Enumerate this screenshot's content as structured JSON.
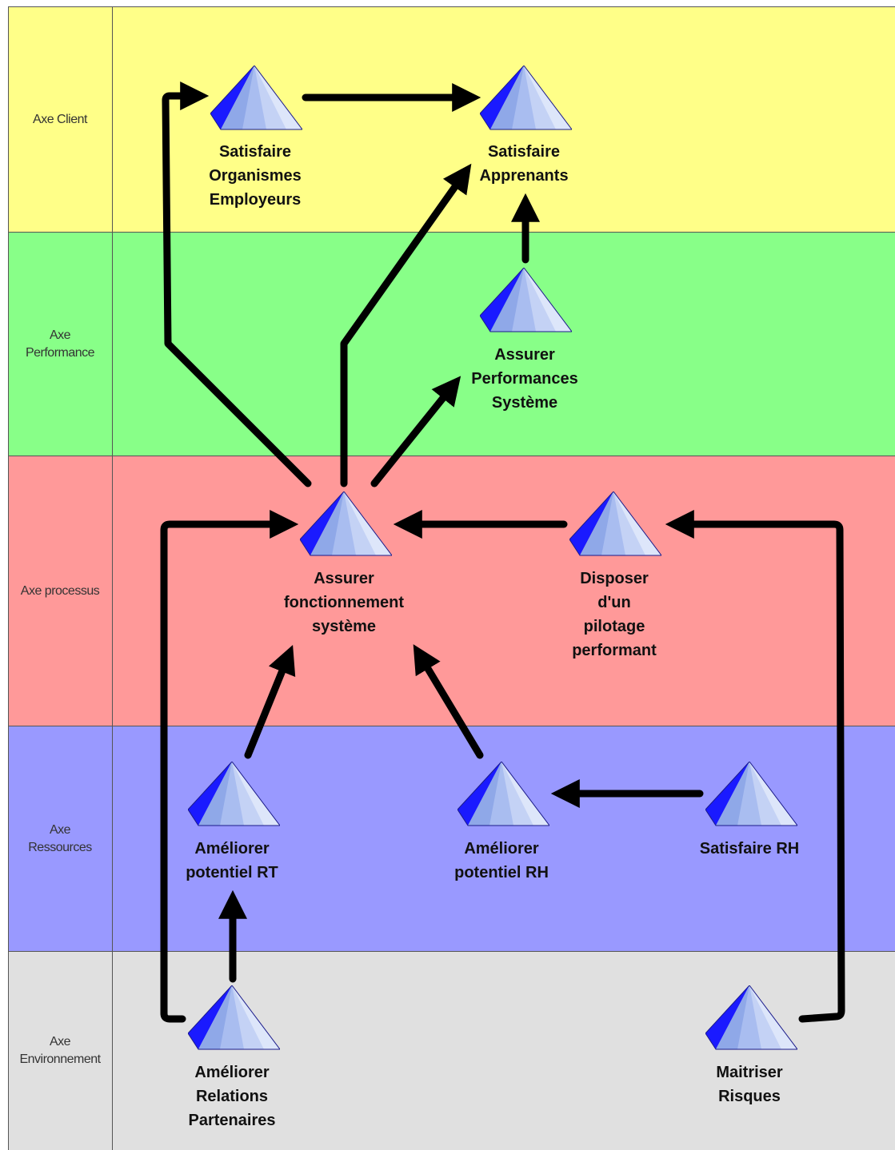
{
  "lanes": [
    {
      "label": "Axe Client",
      "color": "#ffff88"
    },
    {
      "label": "Axe\nPerformance",
      "color": "#88ff88"
    },
    {
      "label": "Axe processus",
      "color": "#ff9999"
    },
    {
      "label": "Axe\nRessources",
      "color": "#9999ff"
    },
    {
      "label": "Axe\nEnvironnement",
      "color": "#e0e0e0"
    }
  ],
  "nodes": {
    "satisfaire_organismes": "Satisfaire\nOrganismes\nEmployeurs",
    "satisfaire_apprenants": "Satisfaire\nApprenants",
    "assurer_performances": "Assurer\nPerformances\nSystème",
    "assurer_fonctionnement": "Assurer\nfonctionnement\nsystème",
    "disposer_pilotage": "Disposer\nd'un\npilotage\nperformant",
    "ameliorer_rt": "Améliorer\npotentiel RT",
    "ameliorer_rh": "Améliorer\npotentiel RH",
    "satisfaire_rh": "Satisfaire RH",
    "ameliorer_relations": "Améliorer\nRelations\nPartenaires",
    "maitriser_risques": "Maitriser\nRisques"
  },
  "colors": {
    "pyramid_dark": "#1a1aff",
    "pyramid_light": "#b8c8f0",
    "arrow": "#000000"
  }
}
